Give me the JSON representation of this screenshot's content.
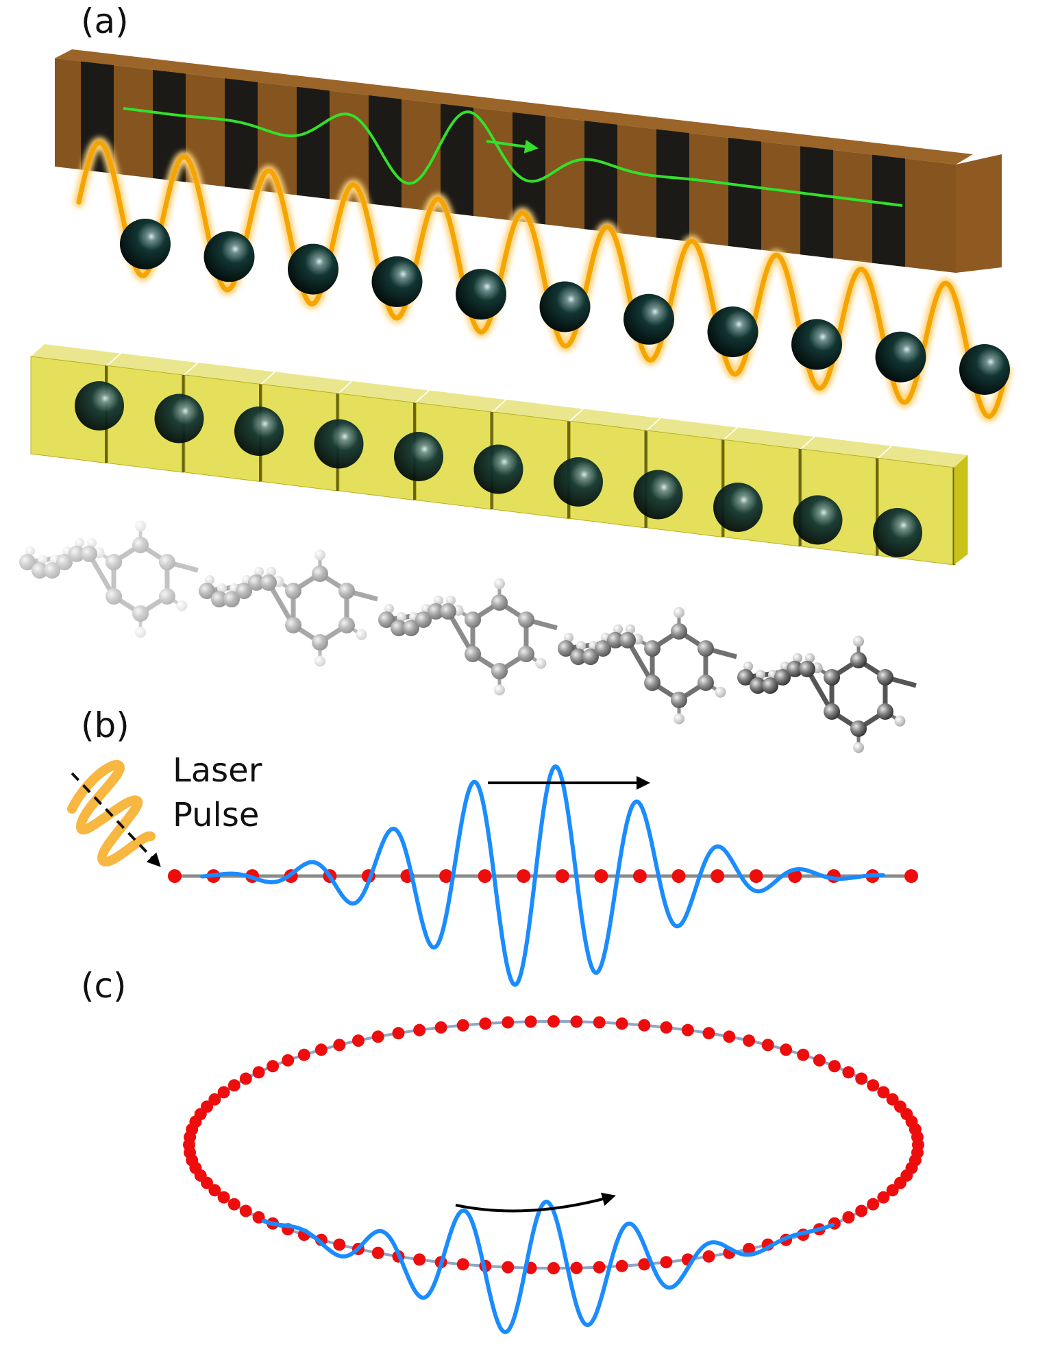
{
  "panels": {
    "a": {
      "label": "(a)"
    },
    "b": {
      "label": "(b)",
      "laser_line1": "Laser",
      "laser_line2": "Pulse",
      "chain_sites": 20
    },
    "c": {
      "label": "(c)",
      "ring_sites": 100
    }
  },
  "lattice_atoms": 11,
  "colors": {
    "brown": "#85541f",
    "black_stripe": "#1c1a16",
    "green_wave": "#33e02b",
    "orange_wave": "#f6a500",
    "atom": "#0f2a28",
    "yellow_cube": "#dcd624",
    "wavepacket": "#1a8cff",
    "site": "#ee0d0d",
    "chain_line": "#8a8a8a",
    "ring_line": "#8fa4c8",
    "arrow": "#000000"
  }
}
